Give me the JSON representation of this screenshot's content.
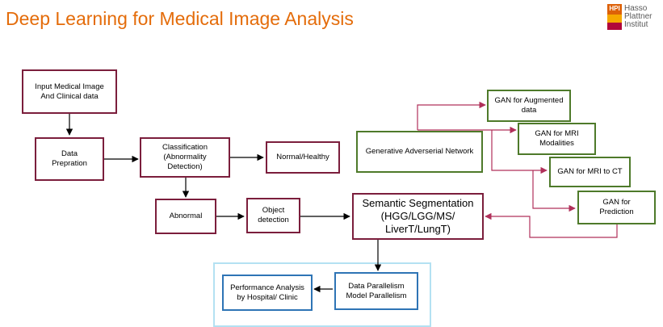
{
  "title": "Deep Learning for Medical Image Analysis",
  "logo": {
    "mark_text": "HPI",
    "lines": [
      "Hasso",
      "Plattner",
      "Institut"
    ],
    "colors": [
      "#dd6108",
      "#f6a800",
      "#b1063a"
    ]
  },
  "colors": {
    "title": "#e46c0a",
    "maroon": "#7b1e3c",
    "green": "#4e7a2a",
    "blue": "#2e74b5",
    "pink_arrow": "#b0305a",
    "frame": "#b4e1f2"
  },
  "nodes": {
    "input": "Input Medical Image\nAnd Clinical data",
    "data_prep": "Data\nPrepration",
    "classification": "Classification\n(Abnormality\nDetection)",
    "normal": "Normal/Healthy",
    "abnormal": "Abnormal",
    "object_detection": "Object\ndetection",
    "semantic": "Semantic Segmentation\n(HGG/LGG/MS/\nLiverT/LungT)",
    "gan": "Generative Adverserial Network",
    "gan_aug": "GAN for Augmented\ndata",
    "gan_mri": "GAN for MRI\nModalities",
    "gan_mri_ct": "GAN for MRI to CT",
    "gan_pred": "GAN for\nPrediction",
    "parallelism": "Data Parallelism\nModel Parallelism",
    "performance": "Performance Analysis\nby Hospital/ Clinic"
  }
}
